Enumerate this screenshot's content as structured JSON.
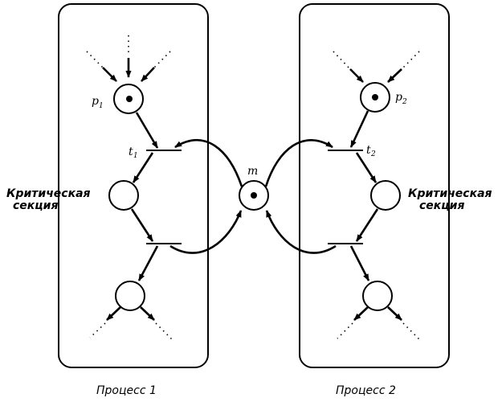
{
  "labels": {
    "p1": "p",
    "p1_sub": "1",
    "p2": "p",
    "p2_sub": "2",
    "t1": "t",
    "t1_sub": "1",
    "t2": "t",
    "t2_sub": "2",
    "m": "m",
    "critical_left_line1": "Критическая",
    "critical_left_line2": "секция",
    "critical_right_line1": "Критическая",
    "critical_right_line2": "секция",
    "process1": "Процесс 1",
    "process2": "Процесс 2"
  },
  "colors": {
    "ink": "#000000",
    "background": "#ffffff"
  }
}
